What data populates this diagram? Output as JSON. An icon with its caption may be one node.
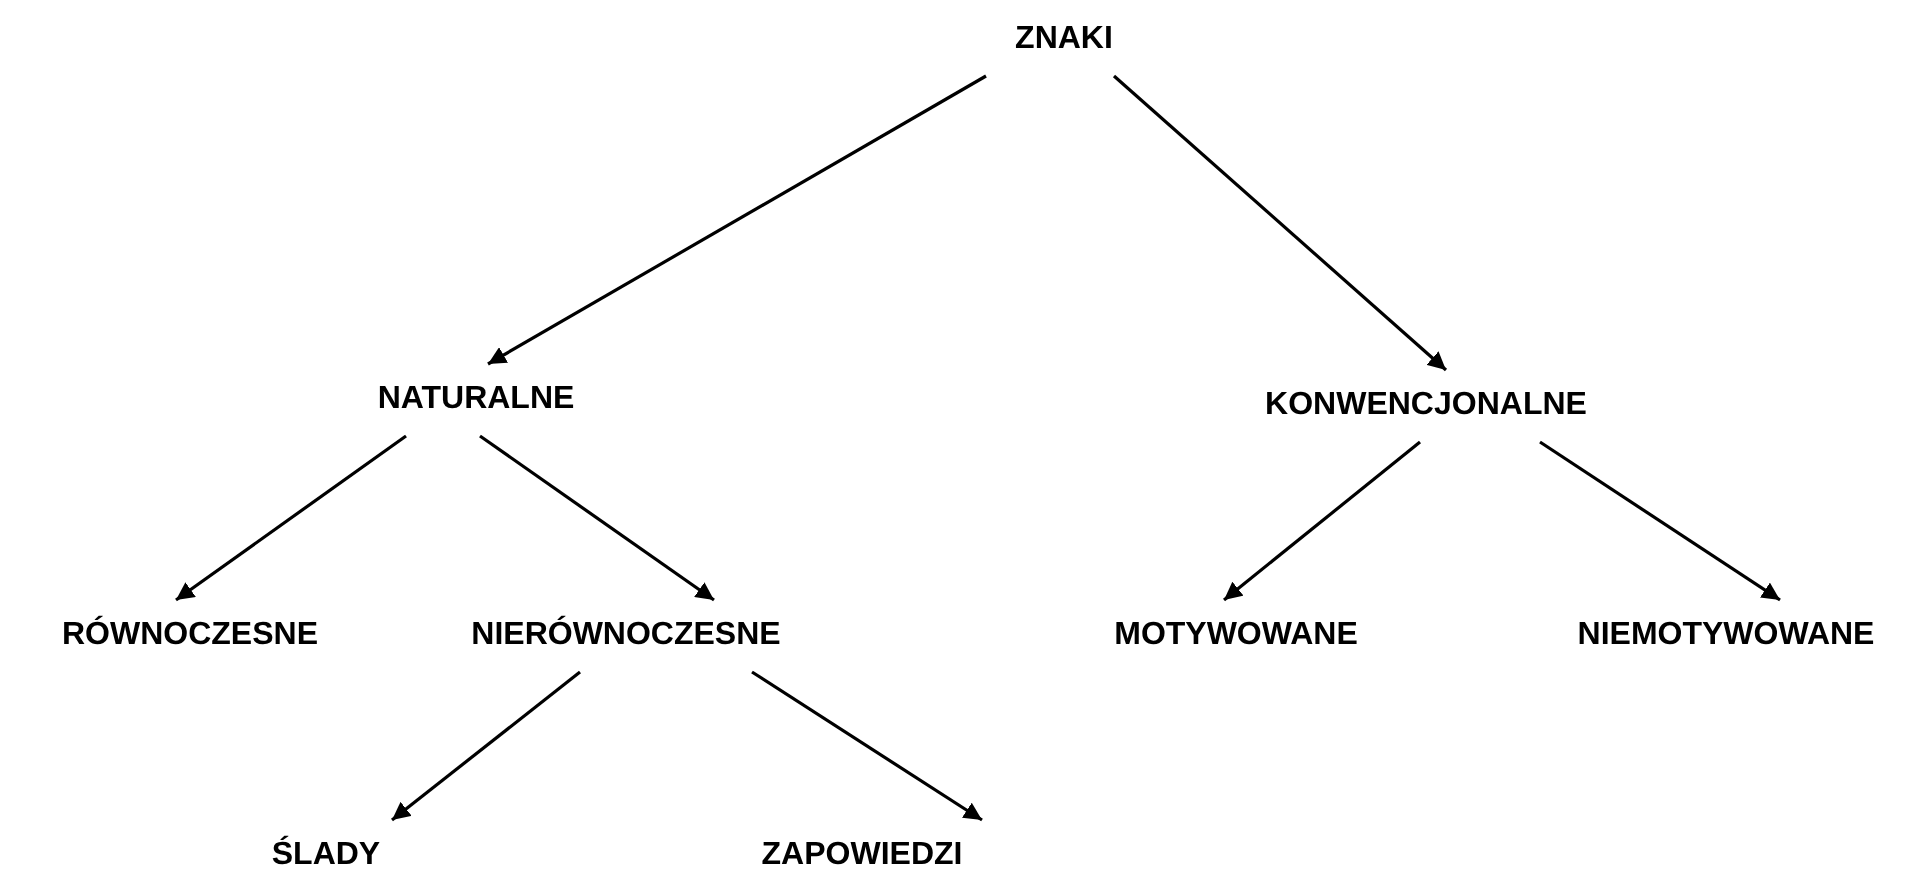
{
  "diagram": {
    "nodes": [
      {
        "text": [
          "ZNAKI"
        ]
      },
      {
        "text": [
          "NATURALNE"
        ]
      },
      {
        "text": [
          "KONWENCJONALNE"
        ]
      },
      {
        "text": [
          "RÓWNOCZESNE"
        ]
      },
      {
        "text": [
          "NIERÓWNOCZESNE"
        ]
      },
      {
        "text": [
          "MOTYWOWANE"
        ]
      },
      {
        "text": [
          "NIEMOTYWOWANE"
        ]
      },
      {
        "text": [
          "ŚLADY"
        ]
      },
      {
        "text": [
          "ZAPOWIEDZI"
        ]
      }
    ],
    "edges": [
      {
        "from": 0,
        "to": 1,
        "arrow": "to"
      },
      {
        "from": 0,
        "to": 2,
        "arrow": "to"
      },
      {
        "from": 1,
        "to": 3,
        "arrow": "to"
      },
      {
        "from": 1,
        "to": 4,
        "arrow": "to"
      },
      {
        "from": 2,
        "to": 5,
        "arrow": "to"
      },
      {
        "from": 2,
        "to": 6,
        "arrow": "to"
      },
      {
        "from": 4,
        "to": 7,
        "arrow": "to"
      },
      {
        "from": 4,
        "to": 8,
        "arrow": "to"
      }
    ]
  }
}
